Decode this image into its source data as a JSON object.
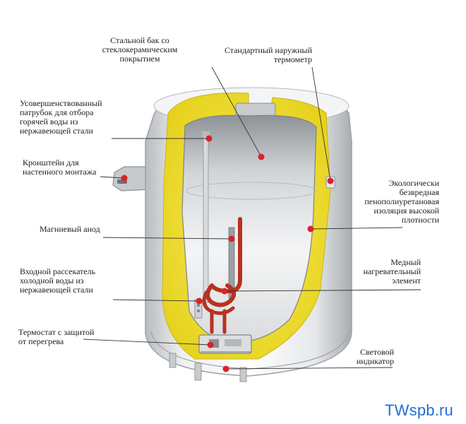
{
  "diagram": {
    "labels": {
      "tank": [
        "Стальной бак со",
        "стеклокерамическим",
        "покрытием"
      ],
      "thermometer": [
        "Стандартный наружный",
        "термометр"
      ],
      "hot_water_pipe": [
        "Усовершенствованный",
        "патрубок для отбора",
        "горячей воды из",
        "нержавеющей стали"
      ],
      "bracket": [
        "Кронштейн для",
        "настенного монтажа"
      ],
      "insulation": [
        "Экологически",
        "безвредная",
        "пенополиуретановая",
        "изоляция высокой",
        "плотности"
      ],
      "anode": [
        "Магниевый анод"
      ],
      "cold_water_inlet": [
        "Входной рассекатель",
        "холодной воды из",
        "нержавеющей стали"
      ],
      "heating_element": [
        "Медный",
        "нагревательный",
        "элемент"
      ],
      "thermostat": [
        "Термостат с защитой",
        "от перегрева"
      ],
      "indicator": [
        "Световой",
        "индикатор"
      ]
    },
    "watermark": "TWspb.ru",
    "colors": {
      "marker": "#d8232a",
      "insulation": "#f2e23a",
      "heating_element": "#b8321f",
      "leader_line": "#333333",
      "watermark": "#1f6fd1"
    }
  }
}
